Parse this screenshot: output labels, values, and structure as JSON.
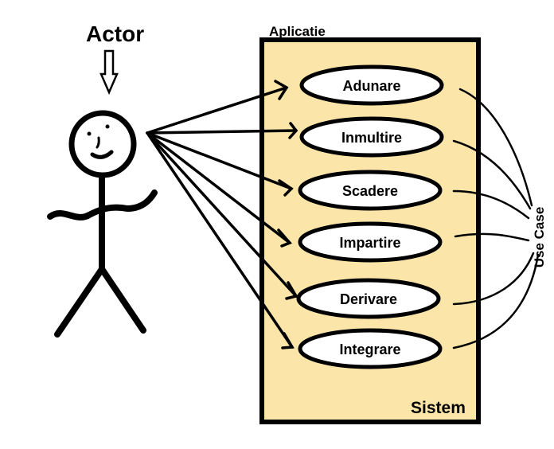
{
  "actor": {
    "label": "Actor"
  },
  "system": {
    "title": "Aplicatie",
    "footer_label": "Sistem"
  },
  "use_cases": [
    {
      "label": "Adunare"
    },
    {
      "label": "Inmultire"
    },
    {
      "label": "Scadere"
    },
    {
      "label": "Impartire"
    },
    {
      "label": "Derivare"
    },
    {
      "label": "Integrare"
    }
  ],
  "use_case_label": "Use Case",
  "colors": {
    "system_fill": "#fbe5a9",
    "ellipse_fill": "#ffffff",
    "stroke": "#000000",
    "background": "#ffffff"
  }
}
